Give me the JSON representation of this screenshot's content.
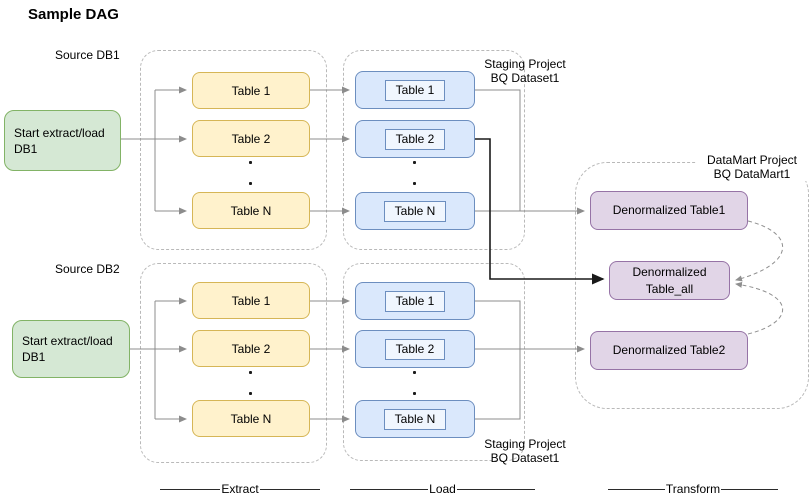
{
  "title": "Sample DAG",
  "pipelines": {
    "db1": {
      "source_label": "Source DB1",
      "start": {
        "line1": "Start extract/load",
        "line2": "DB1"
      },
      "extract_tables": [
        "Table 1",
        "Table 2",
        "Table N"
      ],
      "load_tables": [
        "Table 1",
        "Table 2",
        "Table N"
      ],
      "staging": {
        "line1": "Staging Project",
        "line2": "BQ Dataset1"
      }
    },
    "db2": {
      "source_label": "Source DB2",
      "start": {
        "line1": "Start extract/load",
        "line2": "DB1"
      },
      "extract_tables": [
        "Table 1",
        "Table 2",
        "Table N"
      ],
      "load_tables": [
        "Table 1",
        "Table 2",
        "Table N"
      ],
      "staging": {
        "line1": "Staging Project",
        "line2": "BQ Dataset1"
      }
    }
  },
  "transform": {
    "project": {
      "line1": "DataMart Project",
      "line2": "BQ DataMart1"
    },
    "table1": "Denormalized Table1",
    "table_all": {
      "line1": "Denormalized",
      "line2": "Table_all"
    },
    "table2": "Denormalized Table2"
  },
  "stages": {
    "extract": "Extract",
    "load": "Load",
    "transform": "Transform"
  },
  "colors": {
    "start_fill": "#D5E8D4",
    "start_stroke": "#82B366",
    "extract_fill": "#FFF2CC",
    "extract_stroke": "#D6B656",
    "load_fill": "#DAE8FC",
    "load_stroke": "#6C8EBF",
    "transform_fill": "#E1D5E7",
    "transform_stroke": "#9673A6",
    "connector": "#8C8C8C",
    "connector_dark": "#1a1a1a",
    "container_border": "#b9b9b9"
  }
}
